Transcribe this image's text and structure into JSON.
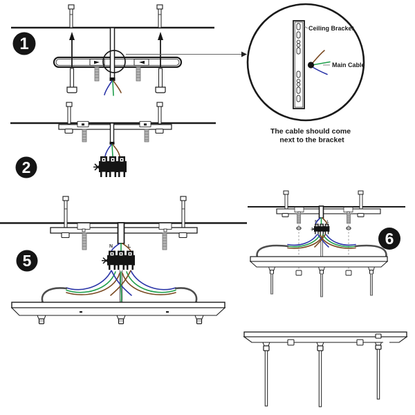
{
  "figure": {
    "steps": {
      "step1": "1",
      "step2": "2",
      "step5": "5",
      "step6": "6"
    },
    "callout": {
      "bracket_label": "Ceiling Bracket",
      "cable_label": "Main Cable",
      "caption_line1": "The cable should come",
      "caption_line2": "next to the bracket"
    },
    "terminal_labels": {
      "neutral": "N",
      "live": "L"
    },
    "wire_colors": {
      "blue": "#2b35a8",
      "green": "#1f9e4b",
      "brown": "#7a4a22"
    },
    "part_colors": {
      "outline": "#1a1a1a",
      "stud_gray": "#b5b5b5",
      "bundle_gray": "#4d4d4d"
    }
  }
}
